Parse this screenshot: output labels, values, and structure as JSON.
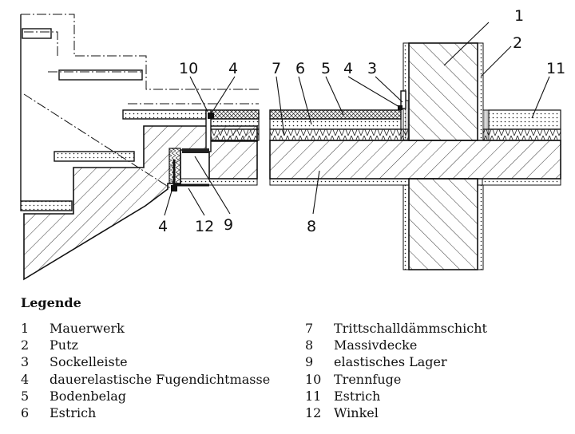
{
  "callouts": [
    "1",
    "2",
    "3",
    "4",
    "5",
    "6",
    "7",
    "8",
    "9",
    "10",
    "11",
    "12"
  ],
  "legend": {
    "title": "Legende",
    "items": [
      {
        "num": "1",
        "text": "Mauerwerk"
      },
      {
        "num": "2",
        "text": "Putz"
      },
      {
        "num": "3",
        "text": "Sockelleiste"
      },
      {
        "num": "4",
        "text": "dauerelastische Fugendichtmasse"
      },
      {
        "num": "5",
        "text": "Bodenbelag"
      },
      {
        "num": "6",
        "text": "Estrich"
      },
      {
        "num": "7",
        "text": "Trittschalldämmschicht"
      },
      {
        "num": "8",
        "text": "Massivdecke"
      },
      {
        "num": "9",
        "text": "elastisches Lager"
      },
      {
        "num": "10",
        "text": "Trennfuge"
      },
      {
        "num": "11",
        "text": "Estrich"
      },
      {
        "num": "12",
        "text": "Winkel"
      }
    ]
  }
}
